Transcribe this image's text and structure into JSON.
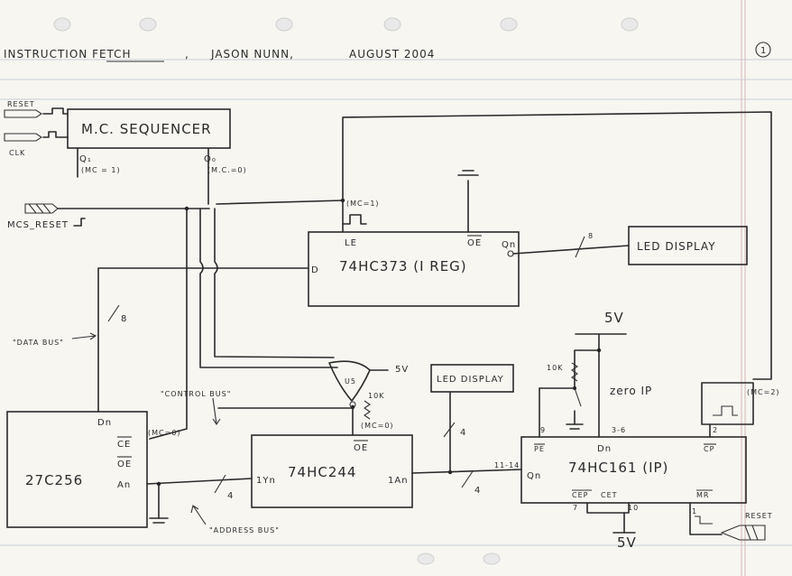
{
  "header": {
    "title": "INSTRUCTION FETCH",
    "separator": ",",
    "author": "JASON NUNN,",
    "date": "AUGUST 2004",
    "page_number": "1"
  },
  "sequencer": {
    "label": "M.C. SEQUENCER",
    "reset": "RESET",
    "clk": "CLK",
    "q1": "Q₁",
    "q1_mc": "(MC = 1)",
    "q0": "Q₀",
    "q0_mc": "(M.C.=0)"
  },
  "mcs_reset": "MCS_RESET",
  "ireg": {
    "chip": "74HC373 (I REG)",
    "le": "LE",
    "le_mc": "(MC=1)",
    "d": "D",
    "oe": "OE",
    "qn": "Qn",
    "bus_width": "8"
  },
  "led_display_top": "LED DISPLAY",
  "led_display_mid": "LED DISPLAY",
  "data_bus": {
    "label": "\"DATA BUS\"",
    "width": "8"
  },
  "control_bus_label": "\"CONTROL BUS\"",
  "address_bus_label": "\"ADDRESS BUS\"",
  "eprom": {
    "chip": "27C256",
    "dn": "Dn",
    "ce": "CE",
    "ce_mc": "(MC=0)",
    "oe": "OE",
    "an": "An"
  },
  "buffer": {
    "chip": "74HC244",
    "oe": "OE",
    "oe_mc": "(MC=0)",
    "in": "1Yn",
    "out": "1An",
    "width_a": "4",
    "width_b": "4",
    "width_led": "4"
  },
  "gate": {
    "label": "U5",
    "supply": "5V",
    "resistor": "10K"
  },
  "counter": {
    "chip": "74HC161 (IP)",
    "pe": "PE",
    "pe_pin": "9",
    "dn": "Dn",
    "dn_pins": "3-6",
    "cp": "CP",
    "cp_pin": "2",
    "cp_mc": "(MC=2)",
    "qn": "Qn",
    "qn_pins": "11-14",
    "mr": "MR",
    "mr_pin": "1",
    "cep": "CEP",
    "cep_pin": "7",
    "cet": "CET",
    "cet_pin": "10",
    "zero_label": "zero IP",
    "resistor": "10K",
    "supply_top": "5V",
    "supply_bottom": "5V",
    "reset": "RESET"
  }
}
